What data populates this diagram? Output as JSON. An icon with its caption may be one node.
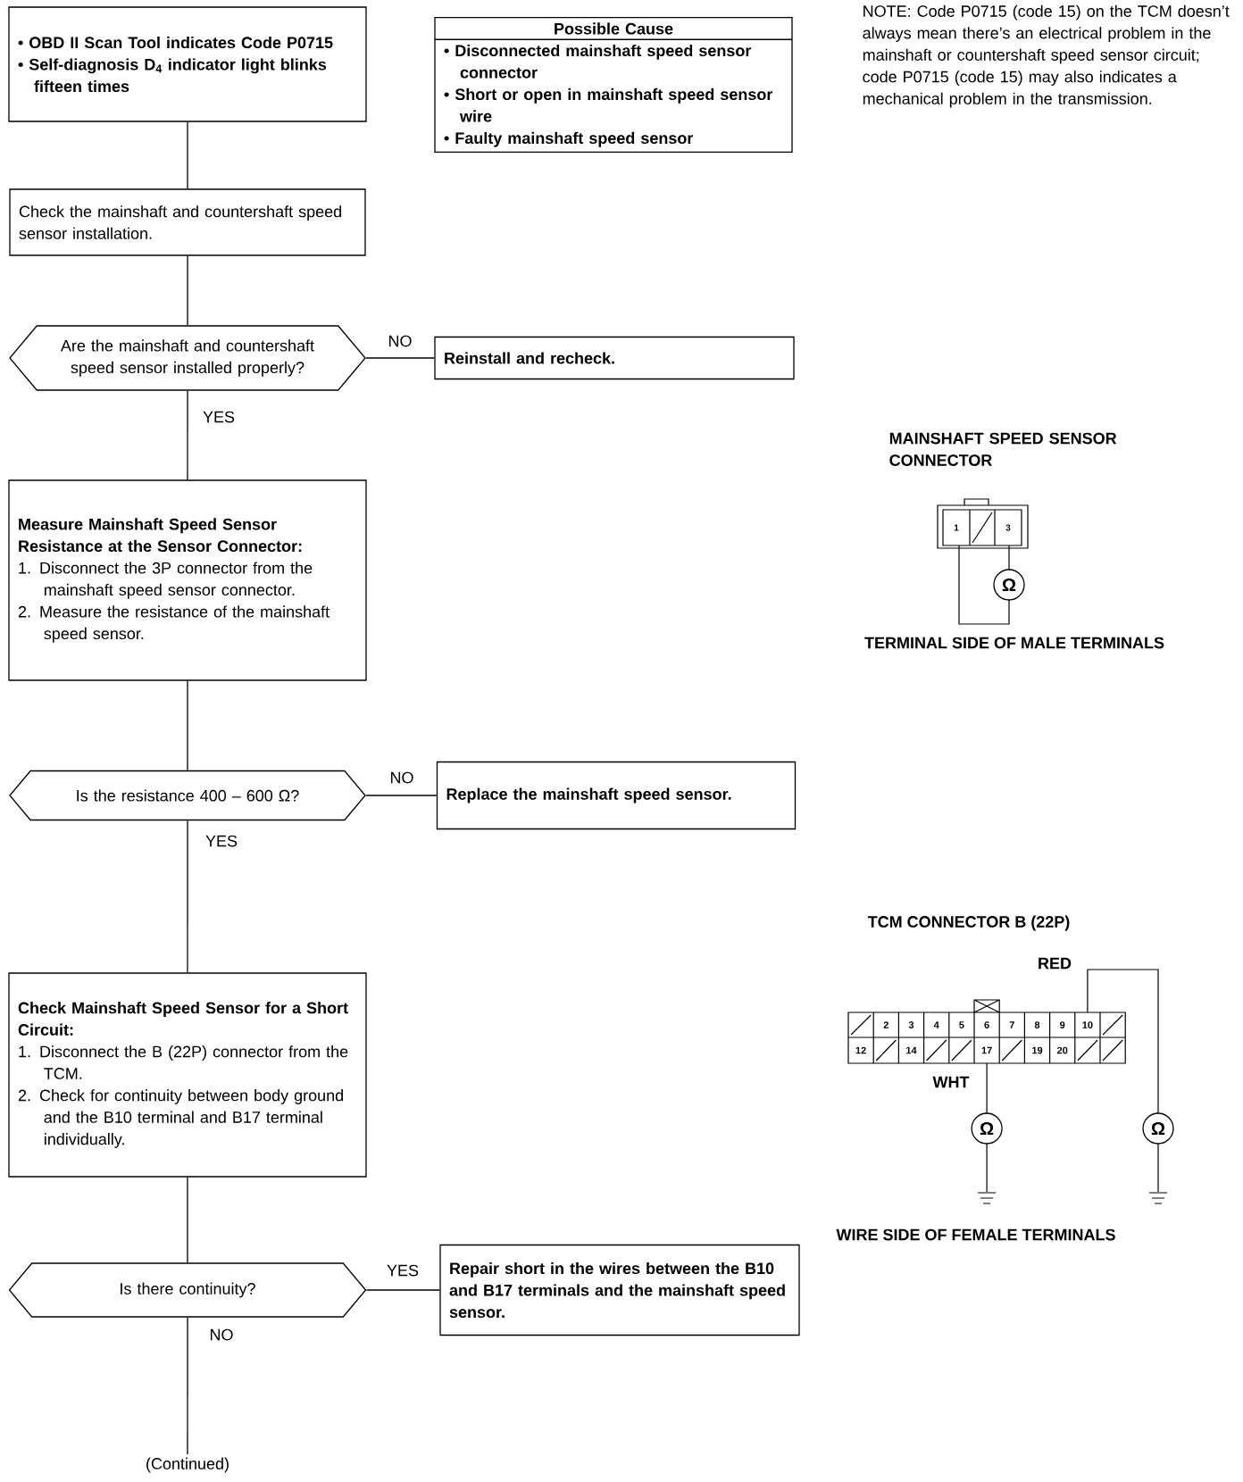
{
  "diagram": {
    "nodes": [
      {
        "text": [
          "• OBD II Scan Tool indicates Code P0715",
          "• Self-diagnosis D$_{4}$ indicator light blinks fifteen times"
        ]
      },
      {
        "text": [
          "Possible Cause",
          "• Disconnected mainshaft speed sensor connector",
          "• Short or open in mainshaft speed sensor wire",
          "• Faulty mainshaft speed sensor"
        ]
      },
      {
        "text": [
          "Check the mainshaft and countershaft speed sensor installation."
        ]
      },
      {
        "text": [
          "Are the mainshaft and countershaft speed sensor installed properly?"
        ]
      },
      {
        "text": [
          "Reinstall and recheck."
        ]
      },
      {
        "text": [
          "Measure Mainshaft Speed Sensor Resistance at the Sensor Connector:",
          "1. Disconnect the 3P connector from the mainshaft speed sensor connector.",
          "2. Measure the resistance of the mainshaft speed sensor."
        ]
      },
      {
        "text": [
          "Is the resistance 400 – 600 Ω?"
        ]
      },
      {
        "text": [
          "Replace the mainshaft speed sensor."
        ]
      },
      {
        "text": [
          "Check Mainshaft Speed Sensor for a Short Circuit:",
          "1. Disconnect the B (22P) connector from the TCM.",
          "2. Check for continuity between body ground and the B10 terminal and B17 terminal individually."
        ]
      },
      {
        "text": [
          "Is there continuity?"
        ]
      },
      {
        "text": [
          "Repair short in the wires between the B10 and B17 terminals and the mainshaft speed sensor."
        ]
      },
      {
        "text": [
          "(Continued)"
        ]
      }
    ],
    "edges": [
      {
        "from": 0,
        "to": 2,
        "arrow": "none"
      },
      {
        "from": 2,
        "to": 3,
        "arrow": "none"
      },
      {
        "from": 3,
        "to": 4,
        "arrow": "none",
        "label": "NO"
      },
      {
        "from": 3,
        "to": 5,
        "arrow": "none",
        "label": "YES"
      },
      {
        "from": 5,
        "to": 6,
        "arrow": "none"
      },
      {
        "from": 6,
        "to": 7,
        "arrow": "none",
        "label": "NO"
      },
      {
        "from": 6,
        "to": 8,
        "arrow": "none",
        "label": "YES"
      },
      {
        "from": 8,
        "to": 9,
        "arrow": "none"
      },
      {
        "from": 9,
        "to": 10,
        "arrow": "none",
        "label": "YES"
      },
      {
        "from": 9,
        "to": 11,
        "arrow": "none",
        "label": "NO"
      }
    ],
    "labels": [
      "NOTE:  Code P0715 (code 15) on the TCM doesn’t always mean there’s an electrical problem in the mainshaft or countershaft speed sensor circuit; code P0715 (code 15) may also indicates a mechanical problem in the transmission.",
      "MAINSHAFT SPEED SENSOR CONNECTOR",
      "1",
      "3",
      "Ω",
      "TERMINAL SIDE OF MALE TERMINALS",
      "TCM CONNECTOR B (22P)",
      "RED",
      "2",
      "3",
      "4",
      "5",
      "6",
      "7",
      "8",
      "9",
      "10",
      "12",
      "14",
      "17",
      "19",
      "20",
      "WHT",
      "Ω",
      "Ω",
      "WIRE SIDE OF FEMALE TERMINALS"
    ]
  }
}
